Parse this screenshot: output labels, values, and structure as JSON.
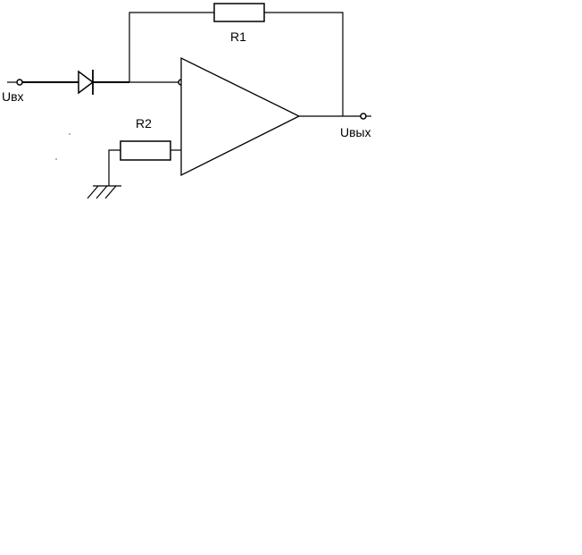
{
  "labels": {
    "r1": "R1",
    "r2": "R2",
    "input": "Uвх",
    "output": "Uвых"
  },
  "components": {
    "feedback_resistor": "R1",
    "ground_resistor": "R2",
    "diode": "diode",
    "amplifier": "op-amp"
  }
}
